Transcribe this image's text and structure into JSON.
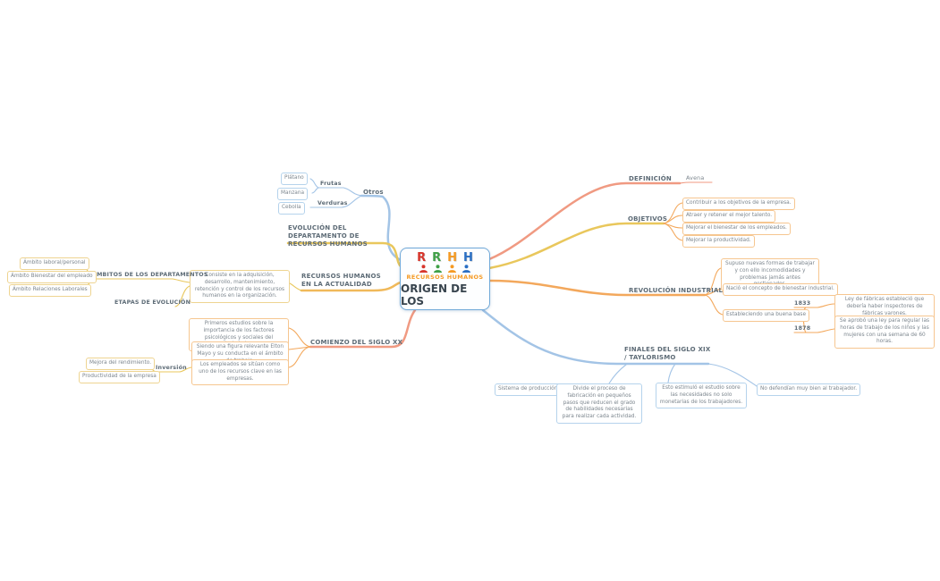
{
  "center": {
    "title": "ORIGEN DE LOS",
    "logo": {
      "letters": [
        "R",
        "R",
        "H",
        "H"
      ],
      "letter_colors": [
        "#d7352c",
        "#3fa047",
        "#f59a23",
        "#2a6fc4"
      ],
      "caption": "RECURSOS HUMANOS"
    }
  },
  "palette": {
    "branch_blue": "#a3c4e6",
    "branch_yellow": "#e9c75c",
    "branch_amber": "#f0b95a",
    "branch_salmon": "#f09a82",
    "branch_orange": "#f3a85c",
    "box_border_blue": "#b5d3ec",
    "box_border_yellow": "#eed491",
    "box_border_orange": "#f6c690",
    "label_text": "#5d6b76",
    "box_text": "#7c868e",
    "center_border": "#71a9d8"
  },
  "otros": {
    "label": "Otros",
    "frutas": {
      "label": "Frutas",
      "items": [
        "Plátano",
        "Manzana"
      ]
    },
    "verduras": {
      "label": "Verduras",
      "items": [
        "Cebolla"
      ]
    }
  },
  "evolucion": {
    "label": "EVOLUCIÓN DEL DEPARTAMENTO DE RECURSOS HUMANOS"
  },
  "actualidad": {
    "label": "RECURSOS HUMANOS EN LA ACTUALIDAD",
    "descripcion": "Consiste en la adquisición, desarrollo, mantenimiento, retención y control de los recursos humanos en la organización.",
    "ambitos": {
      "label": "ÁMBITOS DE LOS DEPARTAMENTOS",
      "items": [
        "Ámbito  laboral/personal",
        "Ámbito  Bienestar del empleado",
        "Ámbito Relaciones Laborales"
      ]
    },
    "etapas": {
      "label": "ETAPAS DE EVOLUCIÓN"
    }
  },
  "comienzo_siglo_xx": {
    "label": "COMIENZO DEL SIGLO XX",
    "items": [
      "Primeros estudios sobre la importancia de los factores psicológicos y sociales del trabajador.",
      "Siendo una figura relevante Elton Mayo y su conducta en el ámbito de trabajo.",
      "Los empleados se sitúan  como uno de los recursos clave en las empresas."
    ],
    "inversion": {
      "label": "Inversión",
      "items": [
        "Mejora del rendimiento.",
        "Productividad de la empresa"
      ]
    }
  },
  "definicion": {
    "label": "DEFINICIÓN",
    "item": "Avena"
  },
  "objetivos": {
    "label": "OBJETIVOS",
    "items": [
      "Contribuir a los objetivos de la empresa.",
      "Atraer y retener el mejor talento.",
      "Mejorar el bienestar de los empleados.",
      "Mejorar la productividad."
    ]
  },
  "revolucion_industrial": {
    "label": "REVOLUCIÓN INDUSTRIAL",
    "items": [
      "Supuso nuevas formas de trabajar y con ello incomodidades y problemas jamás antes gestionados.",
      "Nació el concepto de bienestar industrial.",
      "Estableciendo una buena base"
    ],
    "hitos": [
      {
        "year": "1833",
        "text": "Ley de fábricas estableció que debería haber inspectores de fábricas varones."
      },
      {
        "year": "1878",
        "text": "Se aprobó una ley para regular las horas de trabajo de los niños y las mujeres con una semana de 60 horas."
      }
    ]
  },
  "taylorismo": {
    "label": "FINALES DEL SIGLO XIX / TAYLORISMO",
    "items": [
      "Sistema de producción",
      "Divide el proceso de fabricación en pequeños pasos que reducen el grado de habilidades necesarias para realizar cada actividad.",
      "Esto estimuló el estudio sobre las necesidades no solo monetarias de los trabajadores.",
      "No defendían muy bien al trabajador."
    ]
  }
}
